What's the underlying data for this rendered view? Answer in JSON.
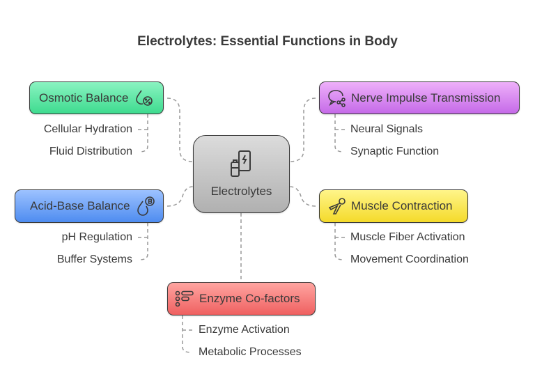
{
  "title": "Electrolytes: Essential Functions in Body",
  "center": {
    "label": "Electrolytes",
    "icon": "battery-charging-icon"
  },
  "nodes": {
    "osmotic": {
      "label": "Osmotic Balance",
      "icon": "water-drop-percent-icon",
      "color": "#3edb8f",
      "items": [
        "Cellular Hydration",
        "Fluid Distribution"
      ]
    },
    "nerve": {
      "label": "Nerve Impulse Transmission",
      "icon": "speech-network-icon",
      "color": "#c56ae8",
      "items": [
        "Neural Signals",
        "Synaptic Function"
      ]
    },
    "acid": {
      "label": "Acid-Base Balance",
      "icon": "drop-b-icon",
      "color": "#4e8cf0",
      "items": [
        "pH Regulation",
        "Buffer Systems"
      ]
    },
    "muscle": {
      "label": "Muscle Contraction",
      "icon": "hand-grip-icon",
      "color": "#f4da2a",
      "items": [
        "Muscle Fiber Activation",
        "Movement Coordination"
      ]
    },
    "enzyme": {
      "label": "Enzyme Co-factors",
      "icon": "list-options-icon",
      "color": "#ef6060",
      "items": [
        "Enzyme Activation",
        "Metabolic Processes"
      ]
    }
  }
}
